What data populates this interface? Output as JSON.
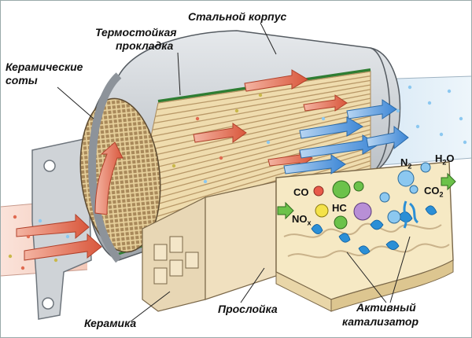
{
  "labels": {
    "steel_shell": "Стальной корпус",
    "gasket_line1": "Термостойкая",
    "gasket_line2": "прокладка",
    "ceramic_honeycomb_line1": "Керамические",
    "ceramic_honeycomb_line2": "соты",
    "washcoat": "Прослойка",
    "ceramics": "Керамика",
    "catalyst_line1": "Активный",
    "catalyst_line2": "катализатор"
  },
  "chemicals": {
    "co": "CO",
    "no_base": "NO",
    "no_sub": "x",
    "hc": "HC",
    "n2_base": "N",
    "n2_sub": "2",
    "h2o_base": "H",
    "h2o_sub": "2",
    "h2o_tail": "O",
    "co2_base": "CO",
    "co2_sub": "2"
  },
  "colors": {
    "shell": "#c8ccd0",
    "shell_dark": "#8d939a",
    "gasket": "#2e7d32",
    "substrate": "#efdcae",
    "substrate_line": "#b89868",
    "flow_red": "#e06a50",
    "flow_blue": "#4a90d9",
    "washcoat": "#f6e9c4",
    "catalyst_blue": "#2b8fd6"
  }
}
